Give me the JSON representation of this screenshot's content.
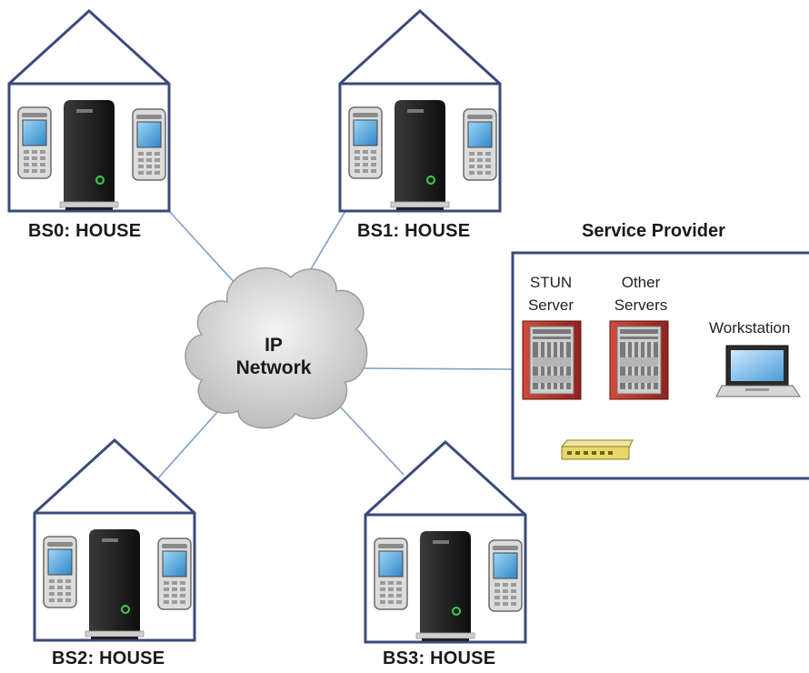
{
  "houses": [
    {
      "label": "BS0: HOUSE"
    },
    {
      "label": "BS1: HOUSE"
    },
    {
      "label": "BS2: HOUSE"
    },
    {
      "label": "BS3: HOUSE"
    }
  ],
  "network": {
    "line1": "IP",
    "line2": "Network"
  },
  "provider": {
    "title": "Service Provider",
    "stun": {
      "line1": "STUN",
      "line2": "Server"
    },
    "other": {
      "line1": "Other",
      "line2": "Servers"
    },
    "workstation": "Workstation"
  },
  "colors": {
    "house_outline": "#3b4a7a",
    "link_line": "#7f9fc8",
    "server_red": "#b8322a",
    "switch_yellow": "#e8d86a",
    "phone_screen": "#4aa3e0",
    "base_station": "#1e1e1e"
  }
}
